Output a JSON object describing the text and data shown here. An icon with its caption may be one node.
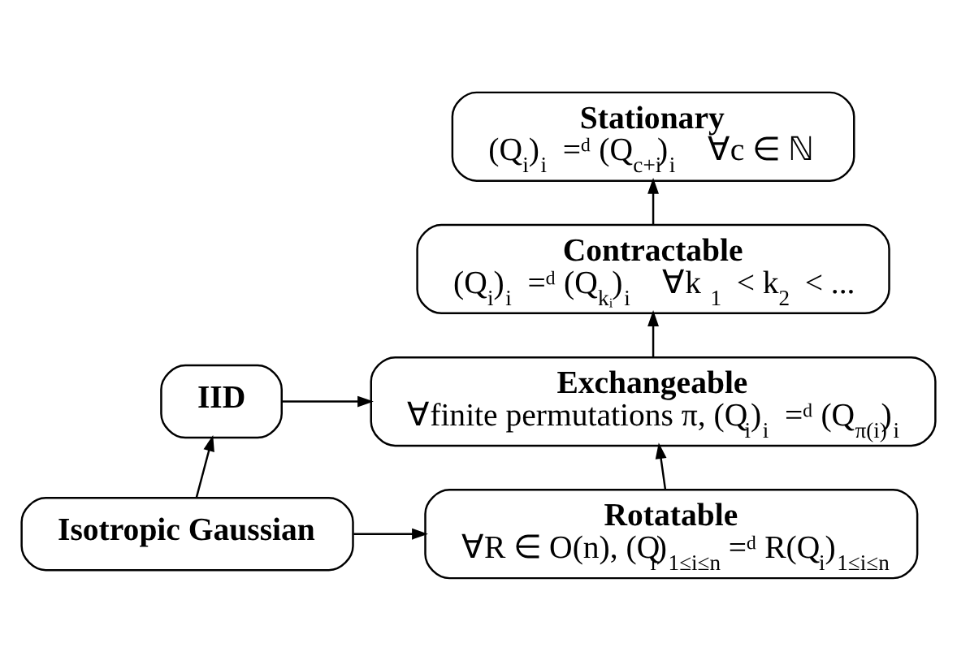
{
  "diagram": {
    "nodes": [
      {
        "text": [
          "Stationary",
          "(Q$_{i}$)$_{i}$ =ᵈ (Q$_{c+i}$)$_{i}$   ∀c ∈ ℕ"
        ]
      },
      {
        "text": [
          "Contractable",
          "(Q$_{i}$)$_{i}$ =ᵈ (Q$_{kᵢ}$)$_{i}$   ∀k$_{1}$ < k$_{2}$ < ..."
        ]
      },
      {
        "text": [
          "Exchangeable",
          "∀finite permutations π, (Q$_{i}$)$_{i}$ =ᵈ (Q$_{π(i)}$)$_{i}$"
        ]
      },
      {
        "text": [
          "Rotatable",
          "∀R ∈ O(n), (Q$_{i}$)$_{1≤i≤n}$ =ᵈ R(Q$_{i}$)$_{1≤i≤n}$"
        ]
      },
      {
        "text": [
          "IID"
        ]
      },
      {
        "text": [
          "Isotropic Gaussian"
        ]
      }
    ],
    "edges": [
      {
        "from": 3,
        "to": 2,
        "arrow": "to"
      },
      {
        "from": 2,
        "to": 1,
        "arrow": "to"
      },
      {
        "from": 1,
        "to": 0,
        "arrow": "to"
      },
      {
        "from": 5,
        "to": 4,
        "arrow": "to"
      },
      {
        "from": 4,
        "to": 2,
        "arrow": "to"
      },
      {
        "from": 5,
        "to": 3,
        "arrow": "to"
      }
    ]
  }
}
